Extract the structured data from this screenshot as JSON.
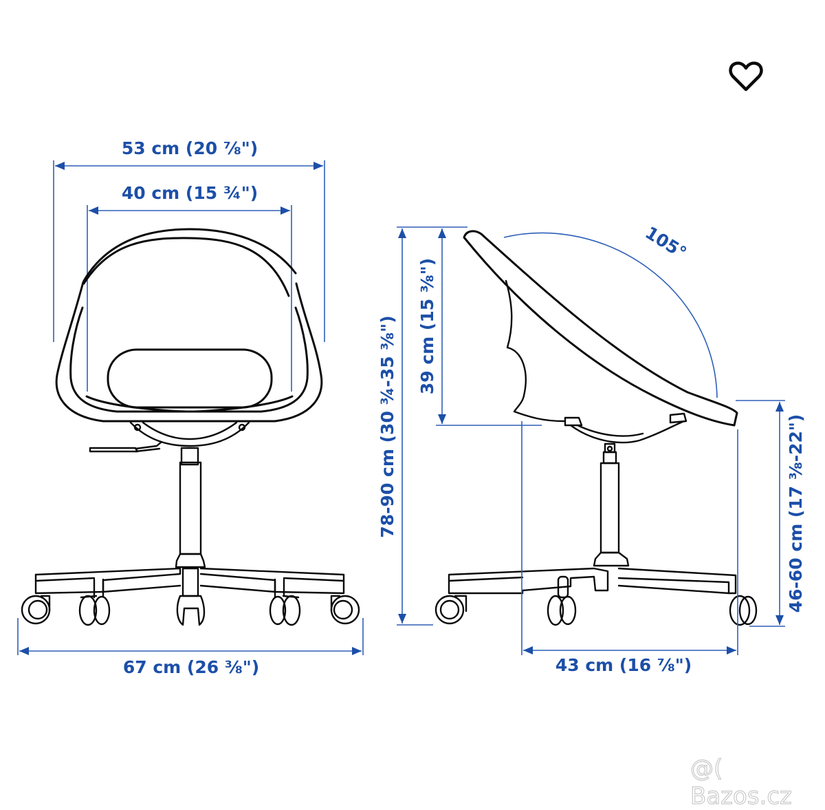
{
  "diagram": {
    "type": "product dimension drawing",
    "subject": "swivel office chair",
    "accent_color": "#1c4fa8",
    "ink_color": "#0a0a0a",
    "front_view": {
      "total_width": "53 cm (20 ⅞\")",
      "seat_width": "40 cm (15 ¾\")",
      "base_width": "67 cm (26 ⅜\")"
    },
    "side_view": {
      "total_height": "78-90 cm (30 ¾-35 ⅜\")",
      "backrest_height": "39 cm (15 ⅜\")",
      "seat_height": "46-60 cm (17 ⅜-22\")",
      "seat_depth": "43 cm (16 ⅞\")",
      "backrest_angle": "105°"
    }
  },
  "actions": {
    "favorite_icon": "heart-outline"
  },
  "watermark": {
    "text": "@( Bazos.cz"
  }
}
